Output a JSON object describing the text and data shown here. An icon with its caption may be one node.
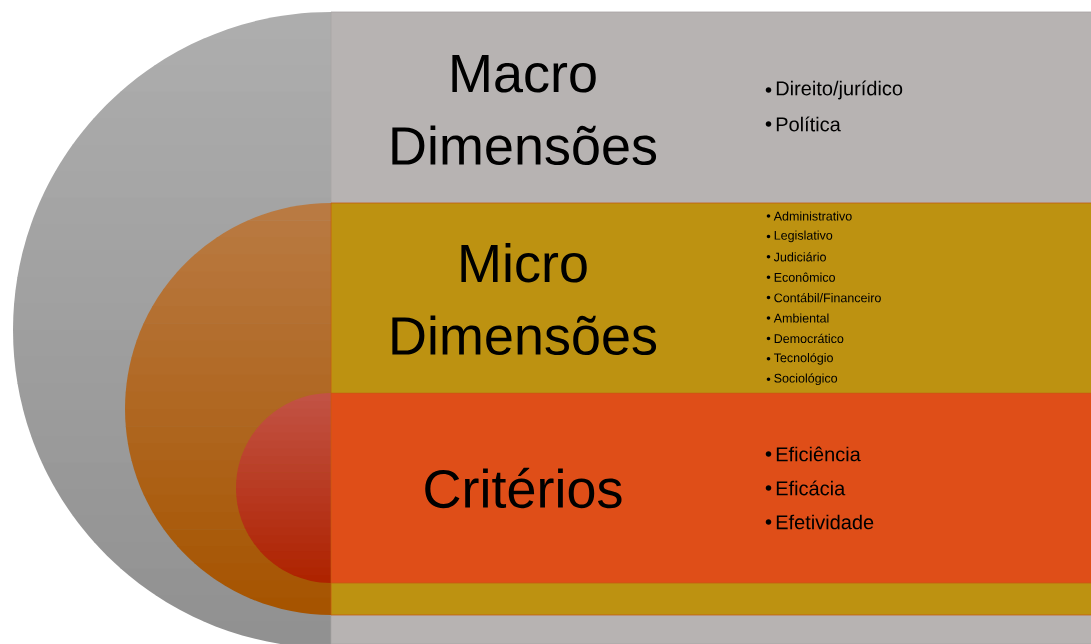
{
  "diagram": {
    "nodes": [
      {
        "text": [
          "Macro Dimensões",
          "Direito/jurídico",
          "Política"
        ]
      },
      {
        "text": [
          "Micro Dimensões",
          "Administrativo",
          "Legislativo",
          "Judiciário",
          "Econômico",
          "Contábil/Financeiro",
          "Ambiental",
          "Democrático",
          "Tecnológio",
          "Sociológico"
        ],
        "in": 0
      },
      {
        "text": [
          "Critérios",
          "Eficiência",
          "Eficácia",
          "Efetividade"
        ],
        "in": 1
      }
    ]
  }
}
